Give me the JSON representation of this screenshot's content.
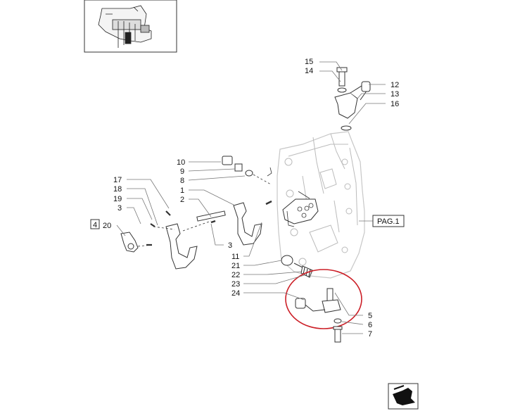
{
  "diagram": {
    "page_reference": "PAG.1",
    "boxed_callout": "4",
    "highlight_color": "#cc1f27",
    "callouts": [
      "15",
      "14",
      "12",
      "13",
      "16",
      "10",
      "9",
      "8",
      "17",
      "18",
      "19",
      "3",
      "1",
      "2",
      "20",
      "3",
      "11",
      "21",
      "22",
      "23",
      "24",
      "5",
      "6",
      "7"
    ]
  },
  "icons": {
    "thumbnail": "transmission-overview-thumbnail",
    "nav": "next-page-arrow-icon"
  }
}
